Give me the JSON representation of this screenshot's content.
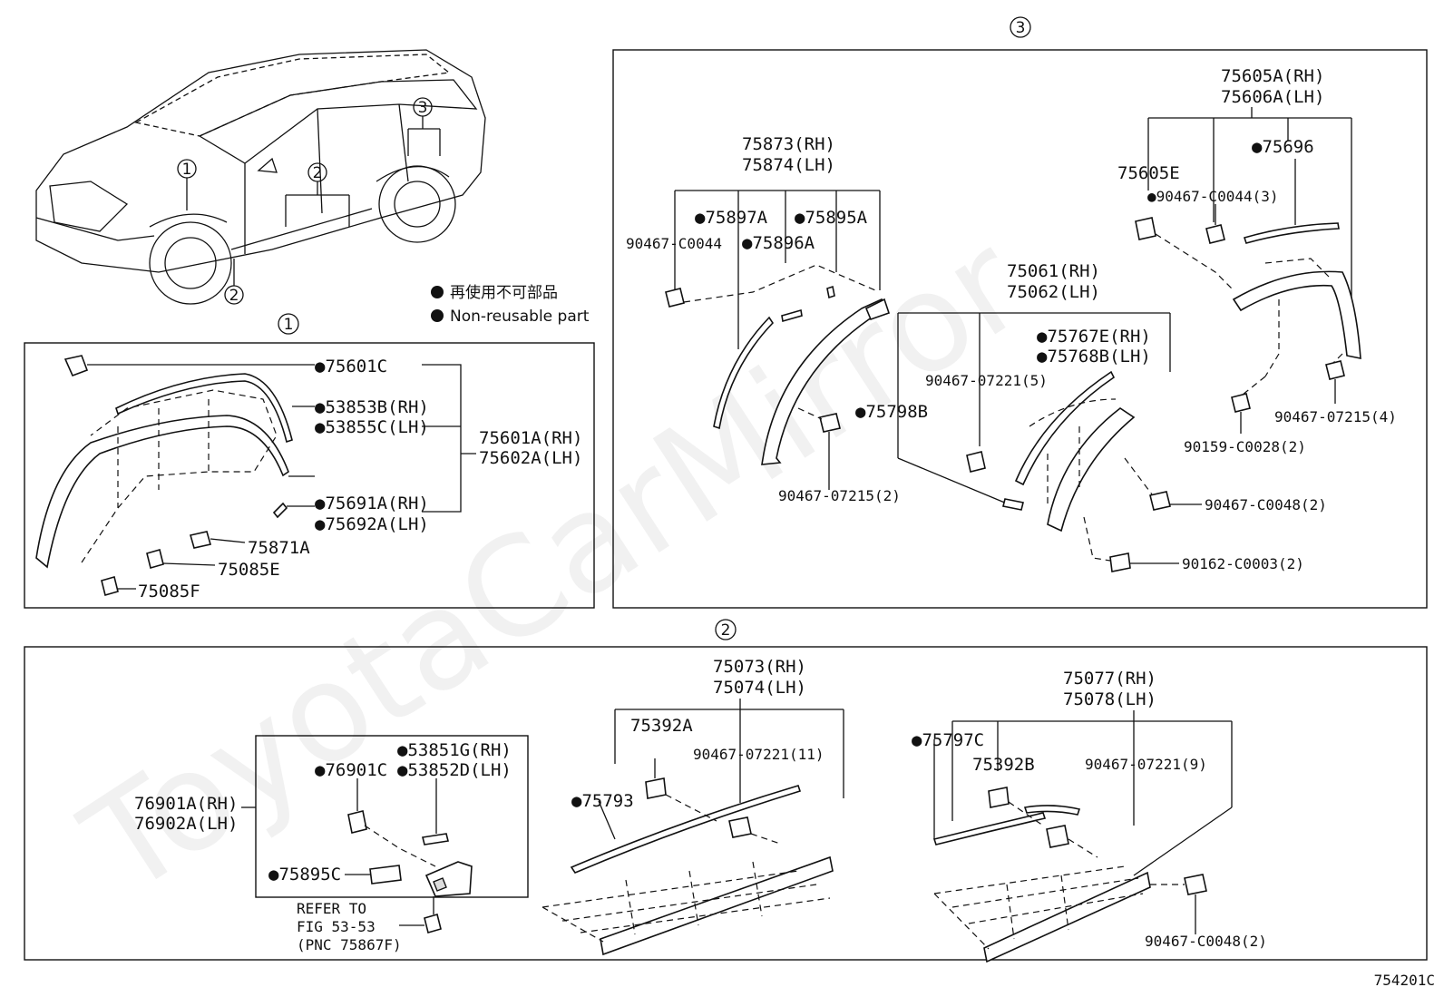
{
  "watermark": "ToyotaCarMirror",
  "figure_code": "754201C",
  "legend": {
    "bullet": "●",
    "line1": "再使用不可部品",
    "line2": "Non-reusable part"
  },
  "callouts": {
    "one": "1",
    "two": "2",
    "three": "3"
  },
  "section1": {
    "labels": {
      "p75601C": "●75601C",
      "p53853B": "●53853B(RH)",
      "p53855C": "●53855C(LH)",
      "p75601A": "75601A(RH)",
      "p75602A": "75602A(LH)",
      "p75691A": "●75691A(RH)",
      "p75692A": "●75692A(LH)",
      "p75871A": "75871A",
      "p75085E": "75085E",
      "p75085F": "75085F"
    }
  },
  "section3": {
    "labels": {
      "p75873": "75873(RH)",
      "p75874": "75874(LH)",
      "p75897A": "●75897A",
      "p75895A": "●75895A",
      "p90467C0044": "90467-C0044",
      "p75896A": "●75896A",
      "p90467_07215_2": "90467-07215(2)",
      "p75798B": "●75798B",
      "p75061": "75061(RH)",
      "p75062": "75062(LH)",
      "p75767E": "●75767E(RH)",
      "p75768B": "●75768B(LH)",
      "p90467_07221_5": "90467-07221(5)",
      "p90467_C0048_2": "90467-C0048(2)",
      "p90162": "90162-C0003(2)",
      "p75605A": "75605A(RH)",
      "p75606A": "75606A(LH)",
      "p75696": "●75696",
      "p75605E": "75605E",
      "p90467_C0044_3": "●90467-C0044(3)",
      "p90467_07215_4": "90467-07215(4)",
      "p90159": "90159-C0028(2)"
    }
  },
  "section2": {
    "labels": {
      "p76901A": "76901A(RH)",
      "p76902A": "76902A(LH)",
      "p53851G": "●53851G(RH)",
      "p76901C": "●76901C",
      "p53852D": "●53852D(LH)",
      "p75895C": "●75895C",
      "refer1": "REFER TO",
      "refer2": "FIG 53-53",
      "refer3": "(PNC 75867F)",
      "p75073": "75073(RH)",
      "p75074": "75074(LH)",
      "p75392A": "75392A",
      "p90467_07221_11": "90467-07221(11)",
      "p75793": "●75793",
      "p75077": "75077(RH)",
      "p75078": "75078(LH)",
      "p75797C": "●75797C",
      "p75392B": "75392B",
      "p90467_07221_9": "90467-07221(9)",
      "p90467_C0048_2b": "90467-C0048(2)"
    }
  }
}
